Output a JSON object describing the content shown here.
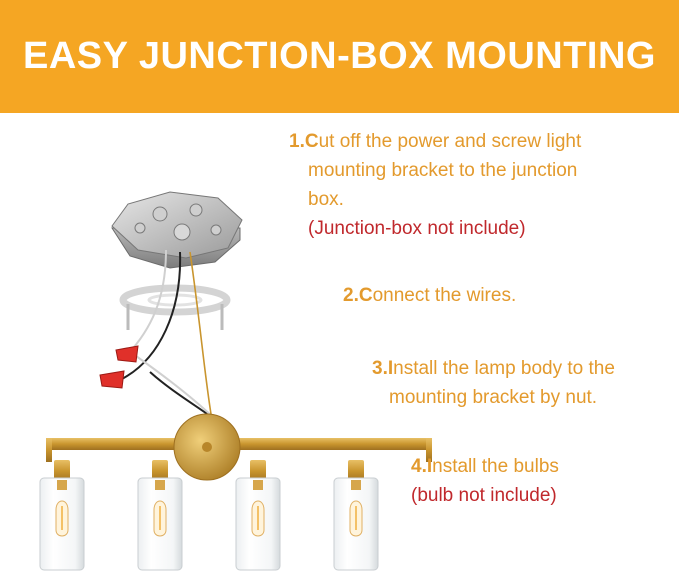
{
  "banner": {
    "title": "EASY JUNCTION-BOX MOUNTING",
    "background": "#f5a623"
  },
  "steps": [
    {
      "number": "1.",
      "first_letter": "C",
      "line1_rest": "ut off the power and screw light",
      "line2": "mounting bracket to the junction",
      "line3": "box.",
      "note": "(Junction-box not include)"
    },
    {
      "number": "2.",
      "first_letter": "C",
      "text_rest": "onnect the wires."
    },
    {
      "number": "3.",
      "first_letter": "I",
      "line1_rest": "nstall the lamp body to the",
      "line2": "mounting bracket by nut."
    },
    {
      "number": "4.",
      "first_letter": "I",
      "text_rest": "nstall the bulbs",
      "note": "(bulb not include)"
    }
  ],
  "colors": {
    "step_text": "#e39a2d",
    "note_text": "#c0282c",
    "fixture_gold": "#d4a236"
  }
}
